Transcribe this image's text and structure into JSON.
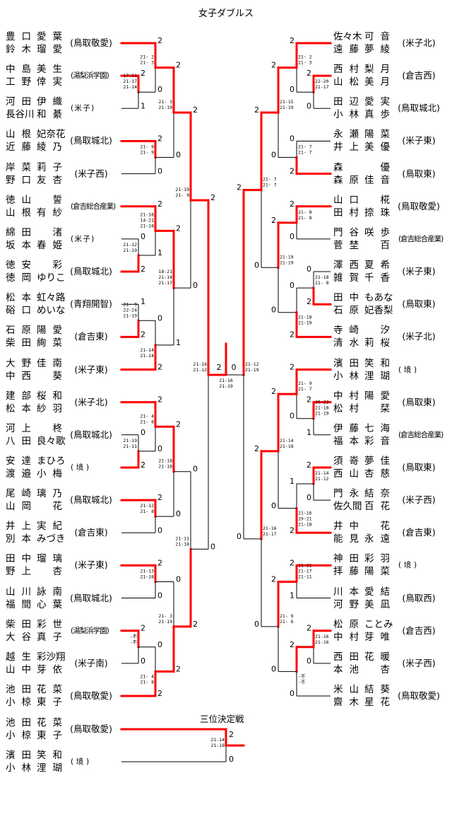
{
  "title": "女子ダブルス",
  "colors": {
    "winner_line": "#ff0000",
    "line": "#000000"
  },
  "left": [
    {
      "players": [
        {
          "family": "豊口",
          "given": "愛葉"
        },
        {
          "family": "鈴木",
          "given": "瑠愛"
        }
      ],
      "school": "(鳥取敬愛)"
    },
    {
      "players": [
        {
          "family": "中島",
          "given": "美生"
        },
        {
          "family": "工野",
          "given": "倖実"
        }
      ],
      "school": "(湯梨浜学園)"
    },
    {
      "players": [
        {
          "family": "河田",
          "given": "伊織"
        },
        {
          "family": "長谷川",
          "given": "和綦"
        }
      ],
      "school": "( 米 子 )"
    },
    {
      "players": [
        {
          "family": "山根",
          "given": "妃奈花"
        },
        {
          "family": "近藤",
          "given": "綾乃"
        }
      ],
      "school": "(鳥取城北)"
    },
    {
      "players": [
        {
          "family": "岸菜",
          "given": "莉子"
        },
        {
          "family": "野口",
          "given": "友杏"
        }
      ],
      "school": "(米子西)"
    },
    {
      "players": [
        {
          "family": "徳山",
          "given": "誓"
        },
        {
          "family": "山根",
          "given": "有紗"
        }
      ],
      "school": "(倉吉総合産業)"
    },
    {
      "players": [
        {
          "family": "綿田",
          "given": "渚"
        },
        {
          "family": "坂本",
          "given": "春姫"
        }
      ],
      "school": "( 米 子 )"
    },
    {
      "players": [
        {
          "family": "徳安",
          "given": "彩"
        },
        {
          "family": "徳岡",
          "given": "ゆりこ"
        }
      ],
      "school": "(鳥取城北)"
    },
    {
      "players": [
        {
          "family": "松本",
          "given": "虹々路"
        },
        {
          "family": "硲口",
          "given": "めいな"
        }
      ],
      "school": "(青翔開智)"
    },
    {
      "players": [
        {
          "family": "石原",
          "given": "陽愛"
        },
        {
          "family": "柴田",
          "given": "絢菜"
        }
      ],
      "school": "(倉吉東)"
    },
    {
      "players": [
        {
          "family": "大野",
          "given": "佳南"
        },
        {
          "family": "中西",
          "given": "葵"
        }
      ],
      "school": "(米子東)"
    },
    {
      "players": [
        {
          "family": "建部",
          "given": "桜和"
        },
        {
          "family": "松本",
          "given": "紗羽"
        }
      ],
      "school": "(米子北)"
    },
    {
      "players": [
        {
          "family": "河上",
          "given": "柊"
        },
        {
          "family": "八田",
          "given": "良々歌"
        }
      ],
      "school": "(鳥取城北)"
    },
    {
      "players": [
        {
          "family": "安達",
          "given": "まひろ"
        },
        {
          "family": "渡邉",
          "given": "小梅"
        }
      ],
      "school": "(  境  )"
    },
    {
      "players": [
        {
          "family": "尾崎",
          "given": "璃乃"
        },
        {
          "family": "山岡",
          "given": "花"
        }
      ],
      "school": "(鳥取城北)"
    },
    {
      "players": [
        {
          "family": "井上",
          "given": "実紀"
        },
        {
          "family": "別本",
          "given": "みづき"
        }
      ],
      "school": "(倉吉東)"
    },
    {
      "players": [
        {
          "family": "田中",
          "given": "瑠璃"
        },
        {
          "family": "野上",
          "given": "杏"
        }
      ],
      "school": "(米子東)"
    },
    {
      "players": [
        {
          "family": "山川",
          "given": "詠南"
        },
        {
          "family": "福間",
          "given": "心葉"
        }
      ],
      "school": "(鳥取城北)"
    },
    {
      "players": [
        {
          "family": "柴田",
          "given": "彩世"
        },
        {
          "family": "大谷",
          "given": "真子"
        }
      ],
      "school": "(湯梨浜学園)"
    },
    {
      "players": [
        {
          "family": "越生",
          "given": "彩沙翔"
        },
        {
          "family": "山中",
          "given": "芽依"
        }
      ],
      "school": "(米子南)"
    },
    {
      "players": [
        {
          "family": "池田",
          "given": "花菜"
        },
        {
          "family": "小椋",
          "given": "東子"
        }
      ],
      "school": "(鳥取敬愛)"
    }
  ],
  "right": [
    {
      "players": [
        {
          "family": "佐々木",
          "given": "可音"
        },
        {
          "family": "遠藤",
          "given": "夢綾"
        }
      ],
      "school": "(米子北)"
    },
    {
      "players": [
        {
          "family": "西村",
          "given": "梨月"
        },
        {
          "family": "山松",
          "given": "美月"
        }
      ],
      "school": "(倉吉西)"
    },
    {
      "players": [
        {
          "family": "田辺",
          "given": "愛実"
        },
        {
          "family": "小林",
          "given": "真歩"
        }
      ],
      "school": "(鳥取城北)"
    },
    {
      "players": [
        {
          "family": "永瀬",
          "given": "陽菜"
        },
        {
          "family": "井上",
          "given": "美優"
        }
      ],
      "school": "(米子東)"
    },
    {
      "players": [
        {
          "family": "森",
          "given": "優"
        },
        {
          "family": "森原",
          "given": "佳音"
        }
      ],
      "school": "(鳥取東)"
    },
    {
      "players": [
        {
          "family": "山口",
          "given": "椛"
        },
        {
          "family": "田村",
          "given": "捺珠"
        }
      ],
      "school": "(鳥取敬愛)"
    },
    {
      "players": [
        {
          "family": "門谷",
          "given": "咲歩"
        },
        {
          "family": "菅埜",
          "given": "百"
        }
      ],
      "school": "(倉吉総合産業)"
    },
    {
      "players": [
        {
          "family": "澤西",
          "given": "夏希"
        },
        {
          "family": "雑賀",
          "given": "千香"
        }
      ],
      "school": "(米子東)"
    },
    {
      "players": [
        {
          "family": "田中",
          "given": "もあな"
        },
        {
          "family": "石原",
          "given": "妃香梨"
        }
      ],
      "school": "(鳥取東)"
    },
    {
      "players": [
        {
          "family": "寺崎",
          "given": "汐"
        },
        {
          "family": "清水",
          "given": "莉桜"
        }
      ],
      "school": "(米子北)"
    },
    {
      "players": [
        {
          "family": "濱田",
          "given": "笑和"
        },
        {
          "family": "小林",
          "given": "浬瑚"
        }
      ],
      "school": "(  境  )"
    },
    {
      "players": [
        {
          "family": "中村",
          "given": "陽愛"
        },
        {
          "family": "松村",
          "given": "栞"
        }
      ],
      "school": "(鳥取東)"
    },
    {
      "players": [
        {
          "family": "伊藤",
          "given": "七海"
        },
        {
          "family": "福本",
          "given": "彩音"
        }
      ],
      "school": "(倉吉総合産業)"
    },
    {
      "players": [
        {
          "family": "須嵜",
          "given": "夢佳"
        },
        {
          "family": "西山",
          "given": "杏慈"
        }
      ],
      "school": "(鳥取東)"
    },
    {
      "players": [
        {
          "family": "門永",
          "given": "結奈"
        },
        {
          "family": "佐久間",
          "given": "百花"
        }
      ],
      "school": "(米子西)"
    },
    {
      "players": [
        {
          "family": "井中",
          "given": "花"
        },
        {
          "family": "能見",
          "given": "永遠"
        }
      ],
      "school": "(倉吉東)"
    },
    {
      "players": [
        {
          "family": "神田",
          "given": "彩羽"
        },
        {
          "family": "拝藤",
          "given": "陽菜"
        }
      ],
      "school": "(  境  )"
    },
    {
      "players": [
        {
          "family": "川本",
          "given": "愛結"
        },
        {
          "family": "河野",
          "given": "美凪"
        }
      ],
      "school": "(鳥取西)"
    },
    {
      "players": [
        {
          "family": "松原",
          "given": "ことみ"
        },
        {
          "family": "中村",
          "given": "芽唯"
        }
      ],
      "school": "(倉吉西)"
    },
    {
      "players": [
        {
          "family": "西田",
          "given": "花暖"
        },
        {
          "family": "本池",
          "given": "杏"
        }
      ],
      "school": "(米子西)"
    },
    {
      "players": [
        {
          "family": "米山",
          "given": "結葵"
        },
        {
          "family": "齋木",
          "given": "星花"
        }
      ],
      "school": "(鳥取敬愛)"
    }
  ],
  "matches": {
    "left": {
      "a1": {
        "scores": [
          "2",
          "1"
        ],
        "games": [
          "17-21",
          "21-17",
          "21-14"
        ]
      },
      "a2": {
        "scores": [
          "2",
          "0"
        ],
        "games": [
          "21- 2",
          "21- 3"
        ]
      },
      "a3": {
        "scores": [
          "2",
          "0"
        ],
        "games": [
          "21- 9",
          "21- 9"
        ]
      },
      "a4": {
        "scores": [
          "2",
          "0"
        ],
        "games": [
          "21- 3",
          "21-19"
        ]
      },
      "b1": {
        "scores": [
          "0",
          "2"
        ],
        "games": [
          "21-12",
          "21-19"
        ]
      },
      "b2": {
        "scores": [
          "2",
          "1"
        ],
        "games": [
          "21-18",
          "14-21",
          "21-18"
        ]
      },
      "b3": {
        "scores": [
          "1",
          "2"
        ],
        "games": [
          "21- 9",
          "22-24",
          "21-19"
        ]
      },
      "b4": {
        "scores": [
          "0",
          "2"
        ],
        "games": [
          "21-14",
          "21-14"
        ]
      },
      "b5": {
        "scores": [
          "2",
          "1"
        ],
        "games": [
          "18-21",
          "21-14",
          "21-17"
        ]
      },
      "s1": {
        "scores": [
          "2",
          "0"
        ],
        "games": [
          "21-19",
          "21- 9"
        ]
      },
      "c1": {
        "scores": [
          "0",
          "2"
        ],
        "games": [
          "21-19",
          "21-11"
        ]
      },
      "c2": {
        "scores": [
          "2",
          "0"
        ],
        "games": [
          "21- 4",
          "21- 8"
        ]
      },
      "c3": {
        "scores": [
          "2",
          "0"
        ],
        "games": [
          "21-12",
          "21- 8"
        ]
      },
      "c4": {
        "scores": [
          "2",
          "0"
        ],
        "games": [
          "21-18",
          "21-18"
        ]
      },
      "d1": {
        "scores": [
          "2",
          "0"
        ],
        "games": [
          "21-13",
          "21-18"
        ]
      },
      "d2": {
        "scores": [
          "2",
          "0"
        ],
        "games": [
          "-不",
          "-不"
        ]
      },
      "d3": {
        "scores": [
          "0",
          "2"
        ],
        "games": [
          "21- 4",
          "21- 8"
        ]
      },
      "d4": {
        "scores": [
          "0",
          "2"
        ],
        "games": [
          "21- 3",
          "21-19"
        ]
      },
      "s2": {
        "scores": [
          "0",
          "2"
        ],
        "games": [
          "21-11",
          "21-18"
        ]
      },
      "semi": {
        "scores": [
          "2",
          "0"
        ],
        "games": [
          "21-16",
          "21-12"
        ]
      }
    },
    "right": {
      "a1": {
        "scores": [
          "2",
          "0"
        ],
        "games": [
          "22-20",
          "21-17"
        ]
      },
      "a2": {
        "scores": [
          "2",
          "0"
        ],
        "games": [
          "21- 2",
          "21- 3"
        ]
      },
      "a3": {
        "scores": [
          "0",
          "2"
        ],
        "games": [
          "21- 7",
          "21- 7"
        ]
      },
      "a4": {
        "scores": [
          "2",
          "0"
        ],
        "games": [
          "21-15",
          "21-19"
        ]
      },
      "b1": {
        "scores": [
          "2",
          "0"
        ],
        "games": [
          "21- 8",
          "21- 8"
        ]
      },
      "b2": {
        "scores": [
          "0",
          "2"
        ],
        "games": [
          "21-18",
          "21- 8"
        ]
      },
      "b3": {
        "scores": [
          "0",
          "2"
        ],
        "games": [
          "21-18",
          "21-19"
        ]
      },
      "b4": {
        "scores": [
          "2",
          "0"
        ],
        "games": [
          "21-19",
          "21-19"
        ]
      },
      "s1": {
        "scores": [
          "2",
          "0"
        ],
        "games": [
          "21- 7",
          "21- 7"
        ]
      },
      "c1": {
        "scores": [
          "2",
          "1"
        ],
        "games": [
          "20-22",
          "21-18",
          "21-19"
        ]
      },
      "c2": {
        "scores": [
          "2",
          "0"
        ],
        "games": [
          "21- 9",
          "21- 7"
        ]
      },
      "c3": {
        "scores": [
          "2",
          "0"
        ],
        "games": [
          "21-14",
          "21-12"
        ]
      },
      "c4": {
        "scores": [
          "1",
          "2"
        ],
        "games": [
          "21-16",
          "19-21",
          "21-18"
        ]
      },
      "c5": {
        "scores": [
          "2",
          "0"
        ],
        "games": [
          "21-14",
          "21-18"
        ]
      },
      "d1": {
        "scores": [
          "2",
          "1"
        ],
        "games": [
          "11-21",
          "21-17",
          "21-11"
        ]
      },
      "d2": {
        "scores": [
          "2",
          "0"
        ],
        "games": [
          "21-16",
          "21-16"
        ]
      },
      "d3": {
        "scores": [
          "2",
          "0"
        ],
        "games": [
          "-不",
          "-不"
        ]
      },
      "d4": {
        "scores": [
          "2",
          "0"
        ],
        "games": [
          "21- 9",
          "21- 6"
        ]
      },
      "s2": {
        "scores": [
          "2",
          "0"
        ],
        "games": [
          "21-16",
          "21-17"
        ]
      },
      "semi": {
        "scores": [
          "2",
          "0"
        ],
        "games": [
          "21-12",
          "21-19"
        ]
      }
    },
    "final": {
      "scores": [
        "2",
        "0"
      ],
      "games": [
        "21-16",
        "21-19"
      ]
    }
  },
  "third_place": {
    "title": "三位決定戦",
    "entries": [
      {
        "players": [
          {
            "family": "池田",
            "given": "花菜"
          },
          {
            "family": "小椋",
            "given": "東子"
          }
        ],
        "school": "(鳥取敬愛)"
      },
      {
        "players": [
          {
            "family": "濱田",
            "given": "笑和"
          },
          {
            "family": "小林",
            "given": "浬瑚"
          }
        ],
        "school": "(  境  )"
      }
    ],
    "match": {
      "scores": [
        "2",
        "0"
      ],
      "games": [
        "21-14",
        "21-18"
      ]
    }
  }
}
